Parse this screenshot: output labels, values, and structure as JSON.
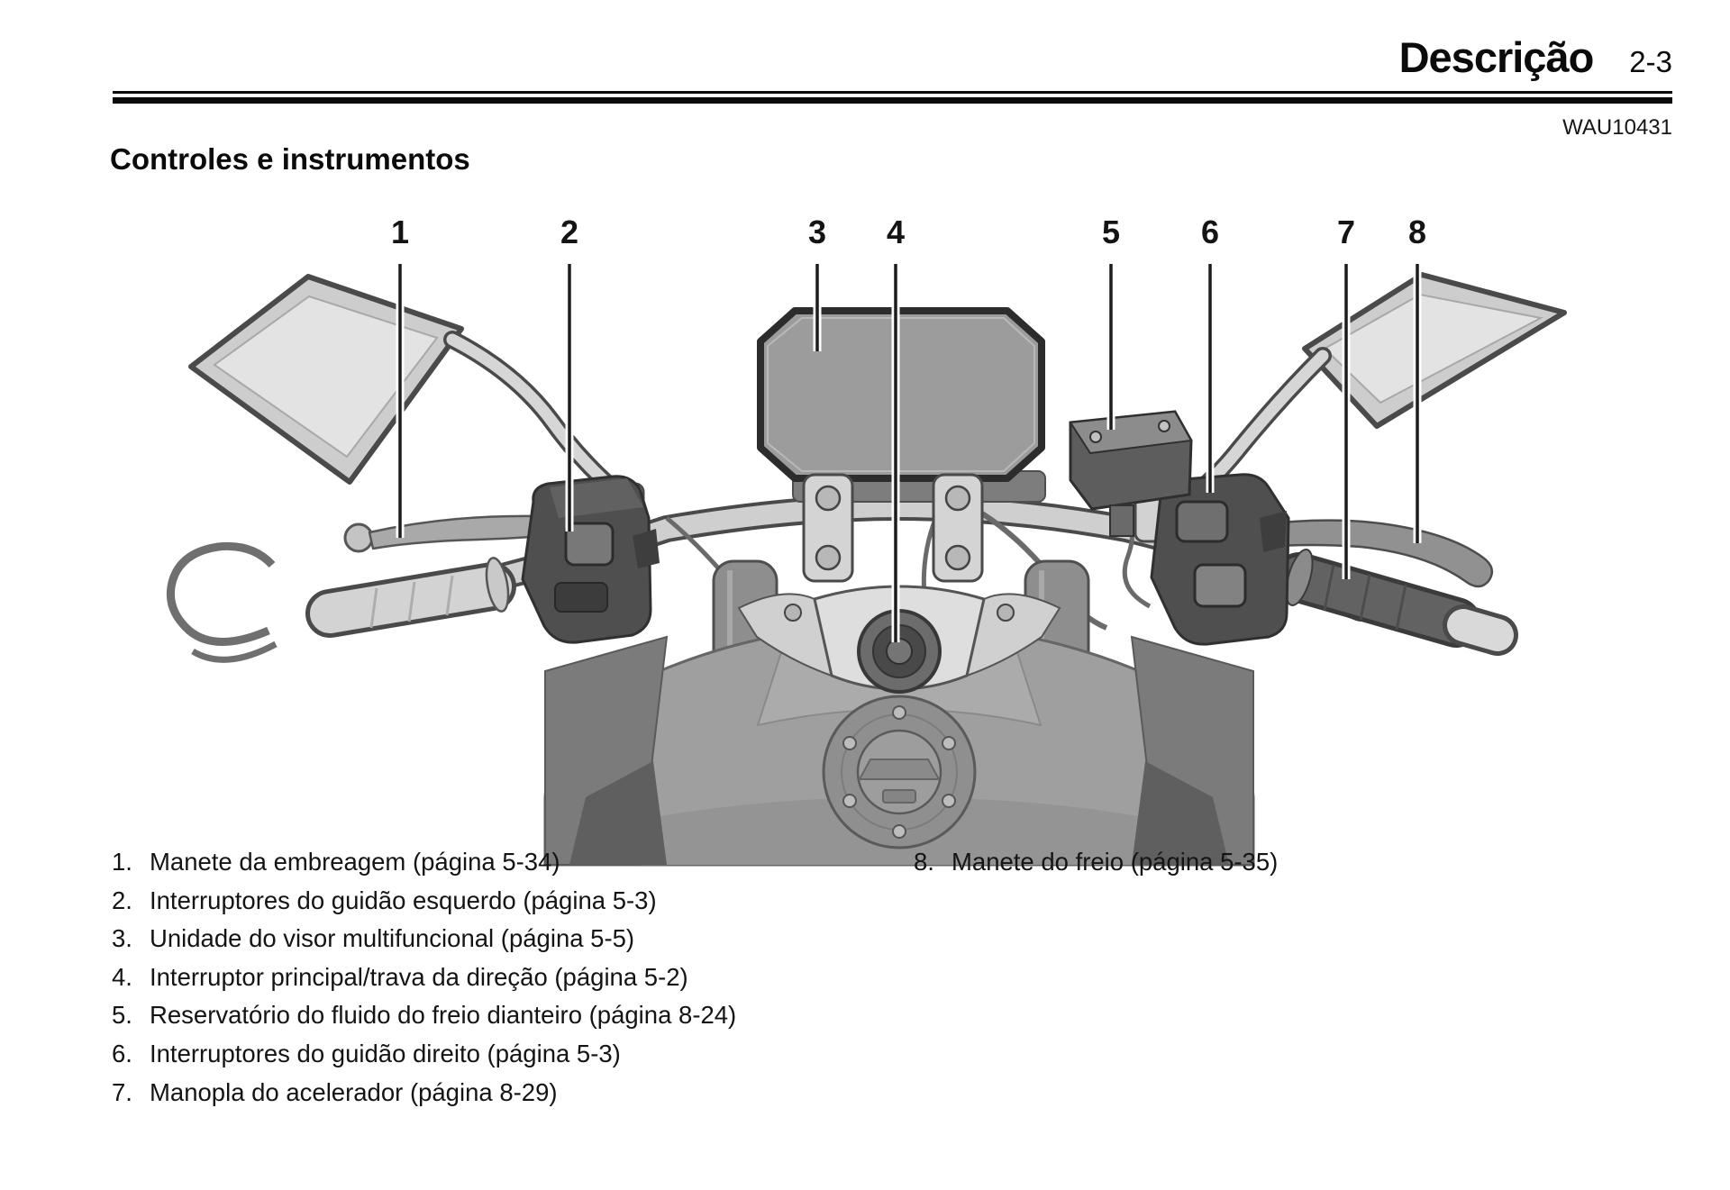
{
  "page": {
    "header": {
      "title": "Descrição",
      "page_number": "2-3"
    },
    "doc_code": "WAU10431",
    "section_title": "Controles e instrumentos"
  },
  "colors": {
    "ink": "#111111",
    "diagram_screen": "#9c9c9c"
  },
  "diagram": {
    "description": "Vista do guidão da motocicleta com componentes numerados",
    "callouts": [
      {
        "num": "1"
      },
      {
        "num": "2"
      },
      {
        "num": "3"
      },
      {
        "num": "4"
      },
      {
        "num": "5"
      },
      {
        "num": "6"
      },
      {
        "num": "7"
      },
      {
        "num": "8"
      }
    ]
  },
  "legend": {
    "left": [
      {
        "num": "1.",
        "label": "Manete da embreagem (página 5-34)"
      },
      {
        "num": "2.",
        "label": "Interruptores do guidão esquerdo (página 5-3)"
      },
      {
        "num": "3.",
        "label": "Unidade do visor multifuncional (página 5-5)"
      },
      {
        "num": "4.",
        "label": "Interruptor principal/trava da direção (página 5-2)"
      },
      {
        "num": "5.",
        "label": "Reservatório do fluido do freio dianteiro (página 8-24)"
      },
      {
        "num": "6.",
        "label": "Interruptores do guidão direito (página 5-3)"
      },
      {
        "num": "7.",
        "label": "Manopla do acelerador (página 8-29)"
      }
    ],
    "right": [
      {
        "num": "8.",
        "label": "Manete do freio (página 5-35)"
      }
    ]
  }
}
